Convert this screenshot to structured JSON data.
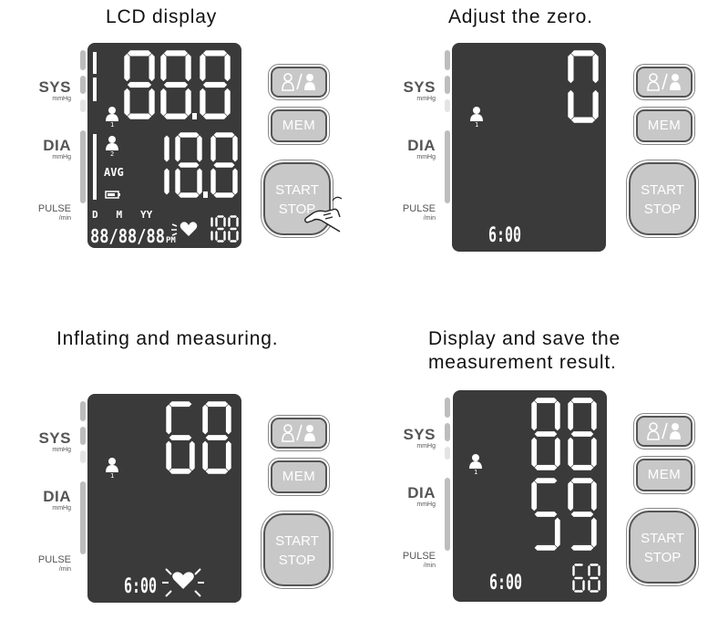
{
  "panels": [
    {
      "caption": "LCD display",
      "side_labels": {
        "sys": "SYS",
        "sys_unit": "mmHg",
        "dia": "DIA",
        "dia_unit": "mmHg",
        "pulse": "PULSE",
        "pulse_unit": "/min"
      },
      "lcd": {
        "sys_digits": "88.8",
        "dia_digits": "18.8",
        "user1": "1",
        "user2": "2",
        "avg_label": "AVG",
        "date_header": "D   M   YY",
        "date_value": "88/88/88",
        "pm_label": "PM",
        "pulse_digits": "188"
      },
      "buttons": {
        "user": "&/&",
        "mem": "MEM",
        "start": "START",
        "stop": "STOP"
      }
    },
    {
      "caption": "Adjust the zero.",
      "side_labels": {
        "sys": "SYS",
        "sys_unit": "mmHg",
        "dia": "DIA",
        "dia_unit": "mmHg",
        "pulse": "PULSE",
        "pulse_unit": "/min"
      },
      "lcd": {
        "sys_digits": "0",
        "user1": "1",
        "time": "6:00"
      },
      "buttons": {
        "user": "&/&",
        "mem": "MEM",
        "start": "START",
        "stop": "STOP"
      }
    },
    {
      "caption": "Inflating and measuring.",
      "side_labels": {
        "sys": "SYS",
        "sys_unit": "mmHg",
        "dia": "DIA",
        "dia_unit": "mmHg",
        "pulse": "PULSE",
        "pulse_unit": "/min"
      },
      "lcd": {
        "sys_digits": "68",
        "user1": "1",
        "time": "6:00"
      },
      "buttons": {
        "user": "&/&",
        "mem": "MEM",
        "start": "START",
        "stop": "STOP"
      }
    },
    {
      "caption": "Display and save the\nmeasurement result.",
      "side_labels": {
        "sys": "SYS",
        "sys_unit": "mmHg",
        "dia": "DIA",
        "dia_unit": "mmHg",
        "pulse": "PULSE",
        "pulse_unit": "/min"
      },
      "lcd": {
        "sys_digits": "88",
        "dia_digits": "59",
        "user1": "1",
        "time": "6:00",
        "pulse_digits": "68"
      },
      "buttons": {
        "user": "&/&",
        "mem": "MEM",
        "start": "START",
        "stop": "STOP"
      }
    }
  ],
  "colors": {
    "lcd_bg": "#3a3a3a",
    "segment": "#ffffff",
    "button_fill": "#c8c8c8"
  }
}
